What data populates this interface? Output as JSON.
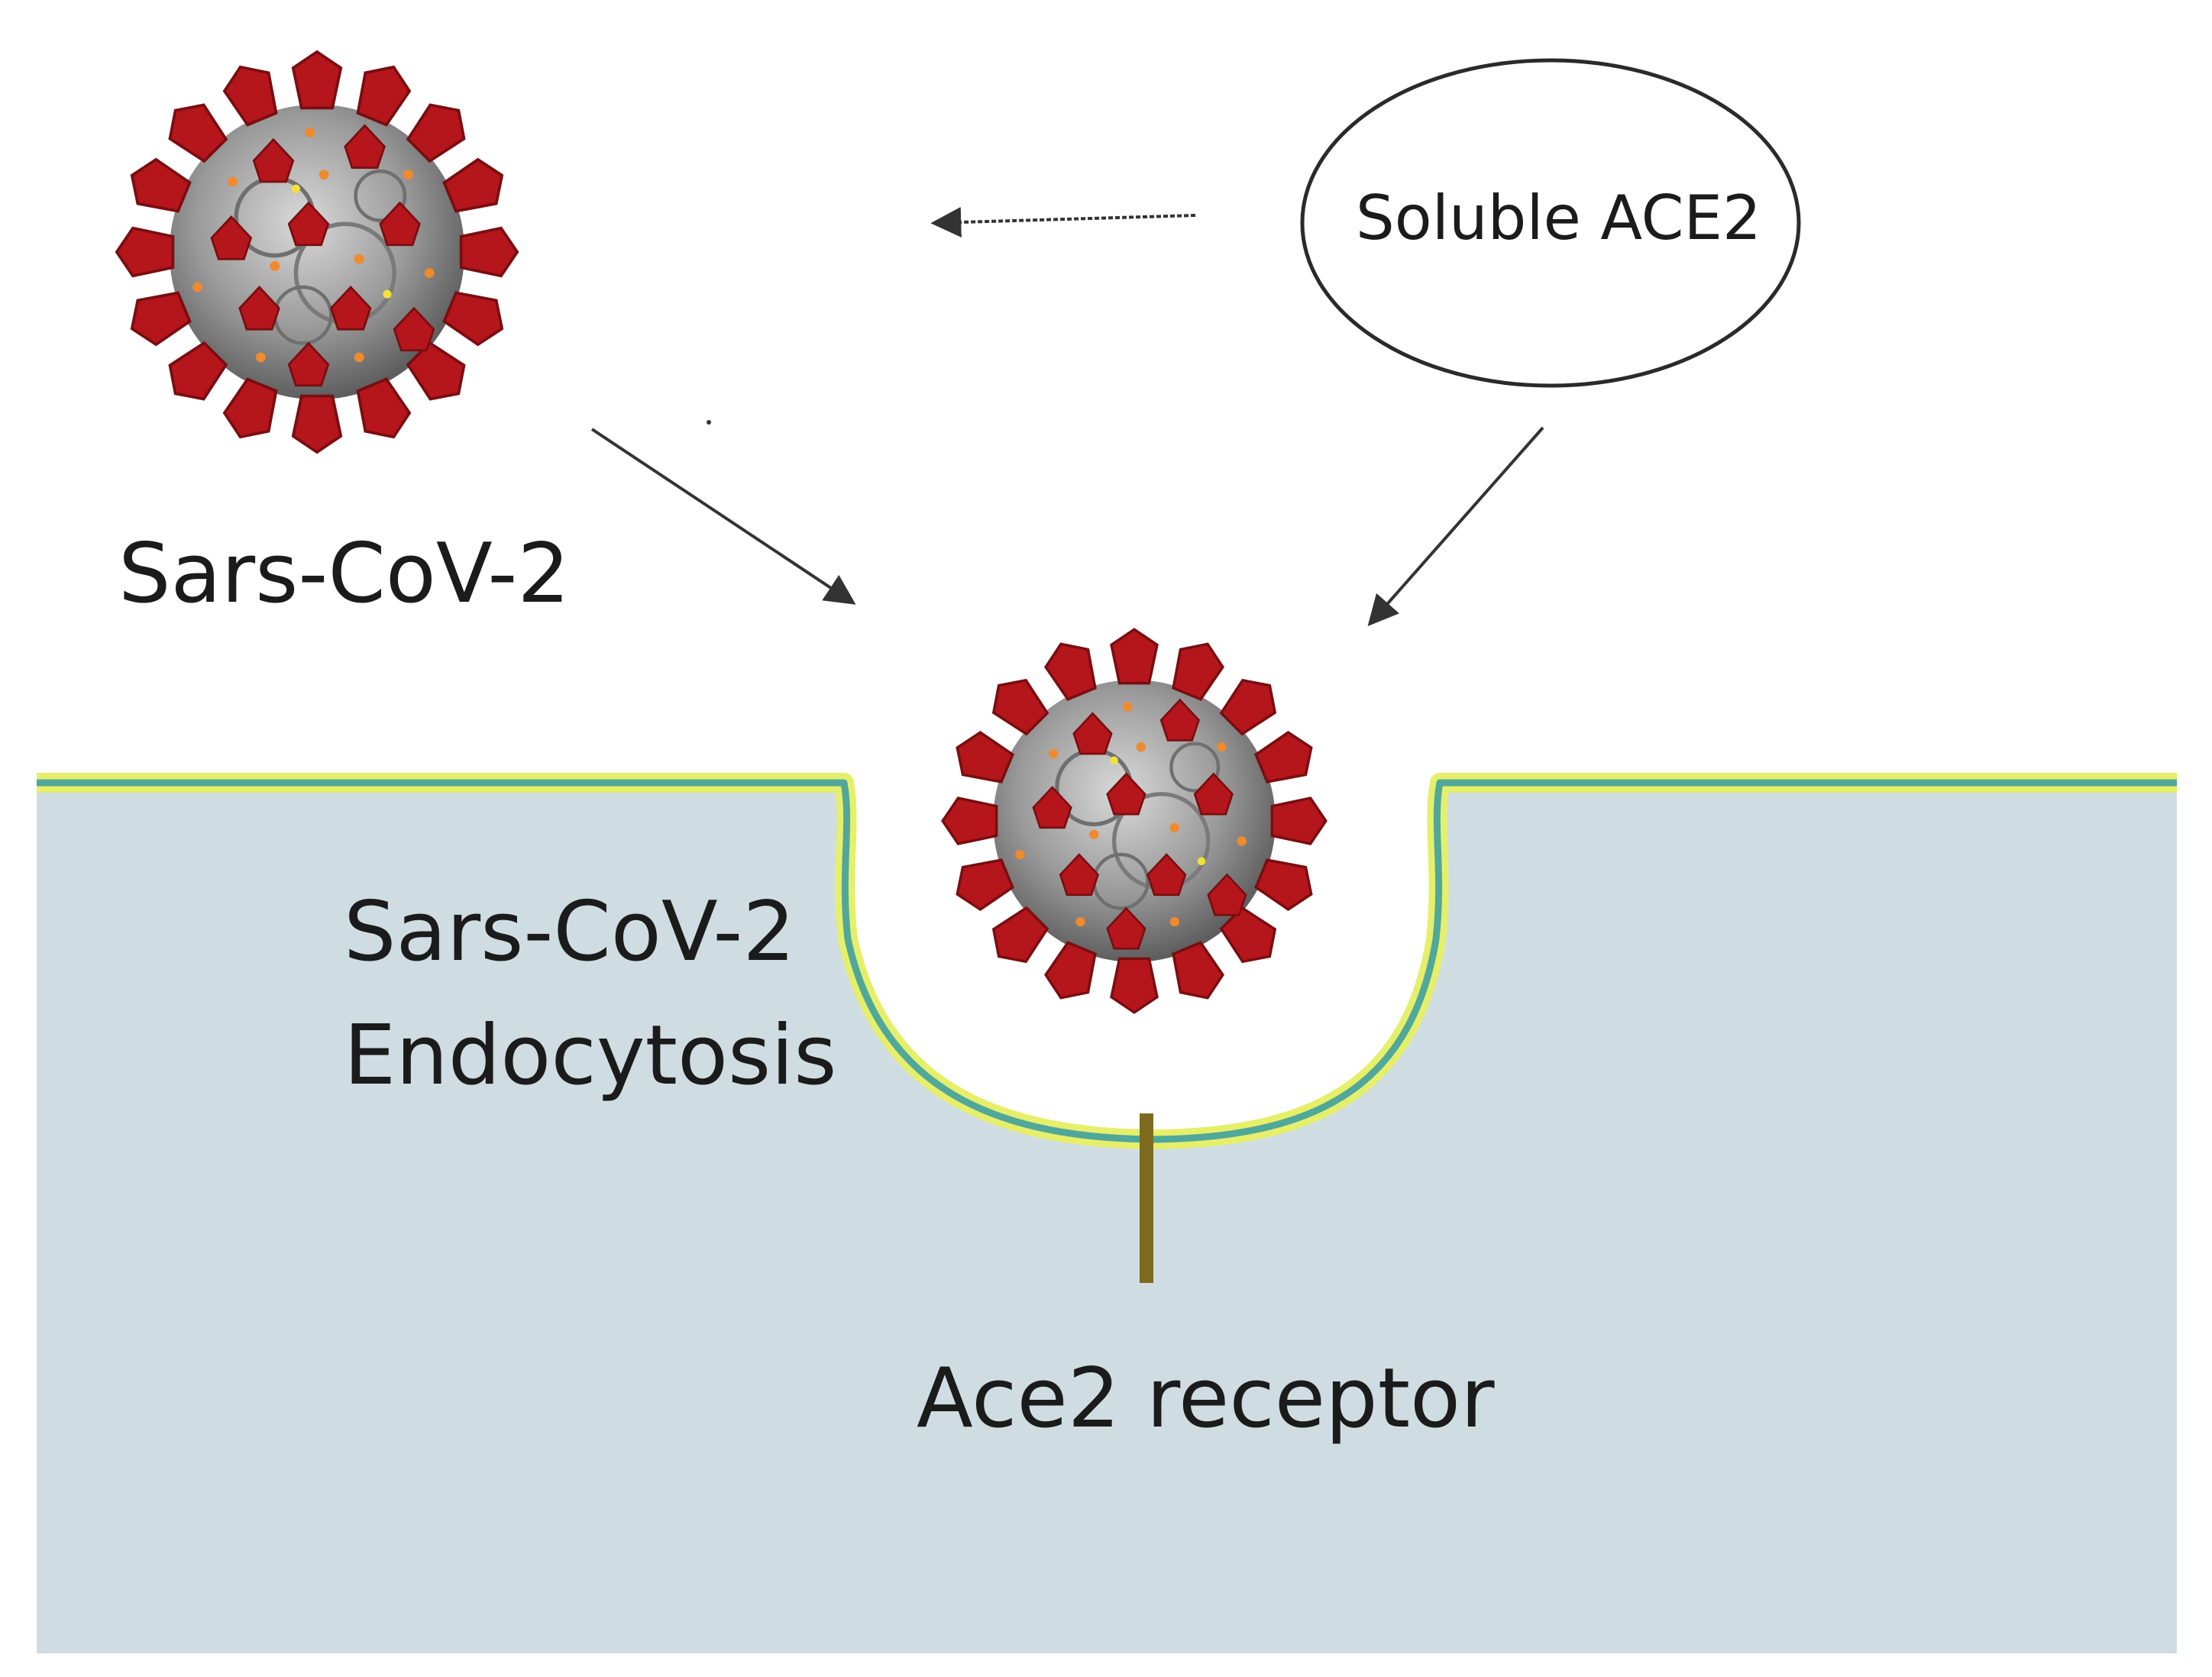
{
  "labels": {
    "virus_free": "Sars-CoV-2",
    "endocytosis_line1": "Sars-CoV-2",
    "endocytosis_line2": "Endocytosis",
    "receptor": "Ace2 receptor",
    "soluble": "Soluble ACE2"
  },
  "colors": {
    "cell_fill": "#cfdde3",
    "membrane_outer": "#e6ef6a",
    "membrane_inner": "#4fa89a",
    "receptor": "#7d6a1e",
    "virus_body": "#8f8f8f",
    "virus_spike": "#b5161b",
    "virus_dots": "#f08a2c",
    "arrow": "#333333"
  }
}
